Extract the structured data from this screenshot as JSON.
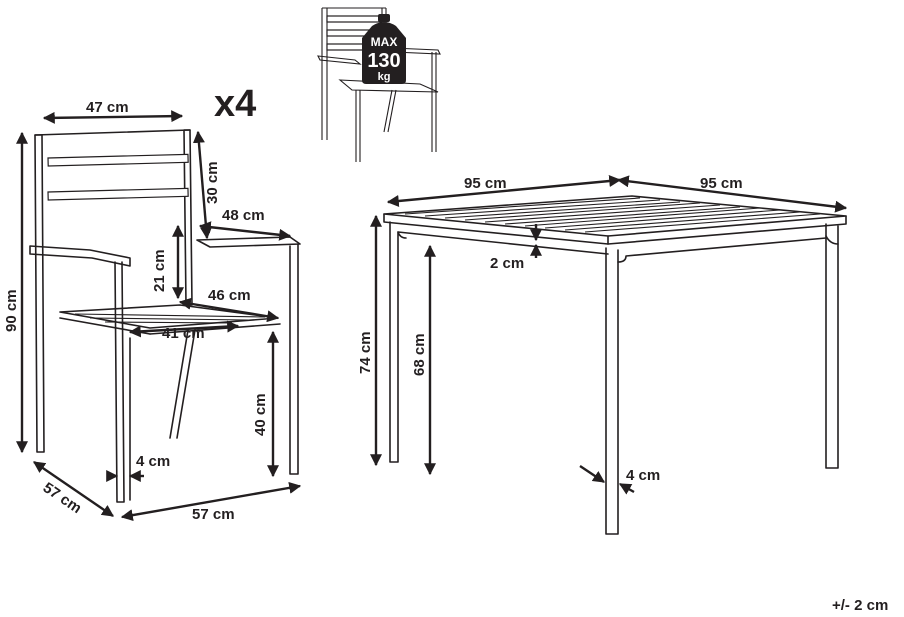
{
  "quantity": "x4",
  "max_load": {
    "line1": "MAX",
    "line2": "130",
    "line3": "kg"
  },
  "chair": {
    "back_width": "47 cm",
    "back_height": "30 cm",
    "armrest_depth": "48 cm",
    "armrest_height": "21 cm",
    "seat_depth": "46 cm",
    "seat_width": "41 cm",
    "total_height": "90 cm",
    "seat_height": "40 cm",
    "leg": "4 cm",
    "base_depth": "57 cm",
    "base_width": "57 cm"
  },
  "table": {
    "width": "95 cm",
    "depth": "95 cm",
    "top_thickness": "2 cm",
    "total_height": "74 cm",
    "under_height": "68 cm",
    "leg": "4 cm"
  },
  "tolerance": "+/- 2 cm"
}
